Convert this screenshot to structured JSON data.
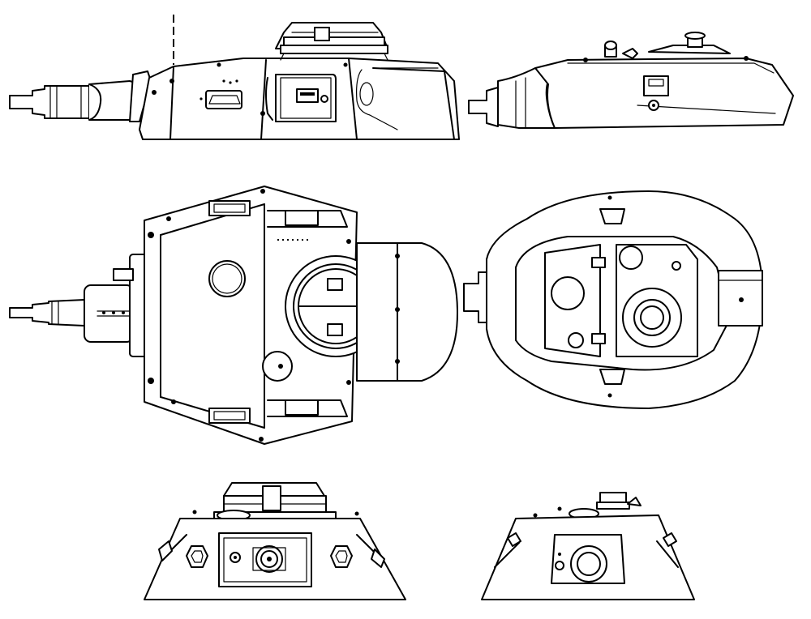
{
  "sheet": {
    "line_color": "#000000",
    "paper_color": "#ffffff"
  },
  "views": [
    {
      "id": "side-view-left"
    },
    {
      "id": "side-view-right"
    },
    {
      "id": "top-view"
    },
    {
      "id": "bottom-view"
    },
    {
      "id": "front-view"
    },
    {
      "id": "rear-view"
    }
  ]
}
